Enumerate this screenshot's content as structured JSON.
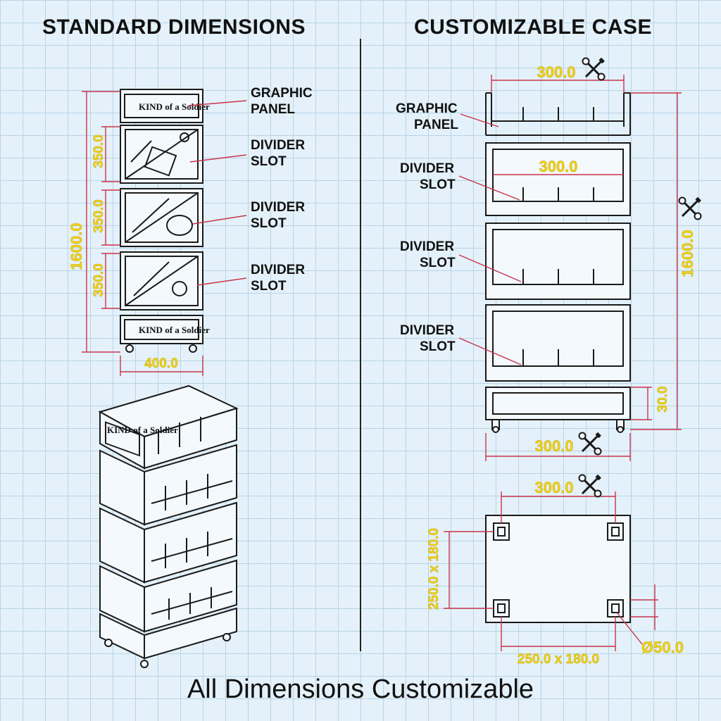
{
  "titles": {
    "left": "STANDARD DIMENSIONS",
    "right": "CUSTOMIZABLE CASE"
  },
  "footer": "All Dimensions Customizable",
  "brand": "KIND of a Soldier",
  "left_labels": [
    [
      "GRAPHIC",
      "PANEL"
    ],
    [
      "DIVIDER",
      "SLOT"
    ],
    [
      "DIVIDER",
      "SLOT"
    ],
    [
      "DIVIDER",
      "SLOT"
    ]
  ],
  "right_labels": [
    [
      "GRAPHIC",
      "PANEL"
    ],
    [
      "DIVIDER",
      "SLOT"
    ],
    [
      "DIVIDER",
      "SLOT"
    ],
    [
      "DIVIDER",
      "SLOT"
    ]
  ],
  "left_dims": {
    "height": "1600.0",
    "section": "350.0",
    "width": "400.0"
  },
  "right_dims": {
    "top_width": "300.0",
    "inner_width": "300.0",
    "height": "1600.0",
    "base": "30.0",
    "bottom_width": "300.0",
    "plan_width": "300.0",
    "plan_side": "250.0 x 180.0",
    "plan_bottom": "250.0 x 180.0",
    "caster": "Ø50.0"
  },
  "colors": {
    "dimension": "#f0d21a",
    "leader": "#c8344a",
    "outline": "#1a1a1a",
    "background": "#e4f1fa"
  },
  "icons": [
    "wrench-screwdriver-icon"
  ]
}
